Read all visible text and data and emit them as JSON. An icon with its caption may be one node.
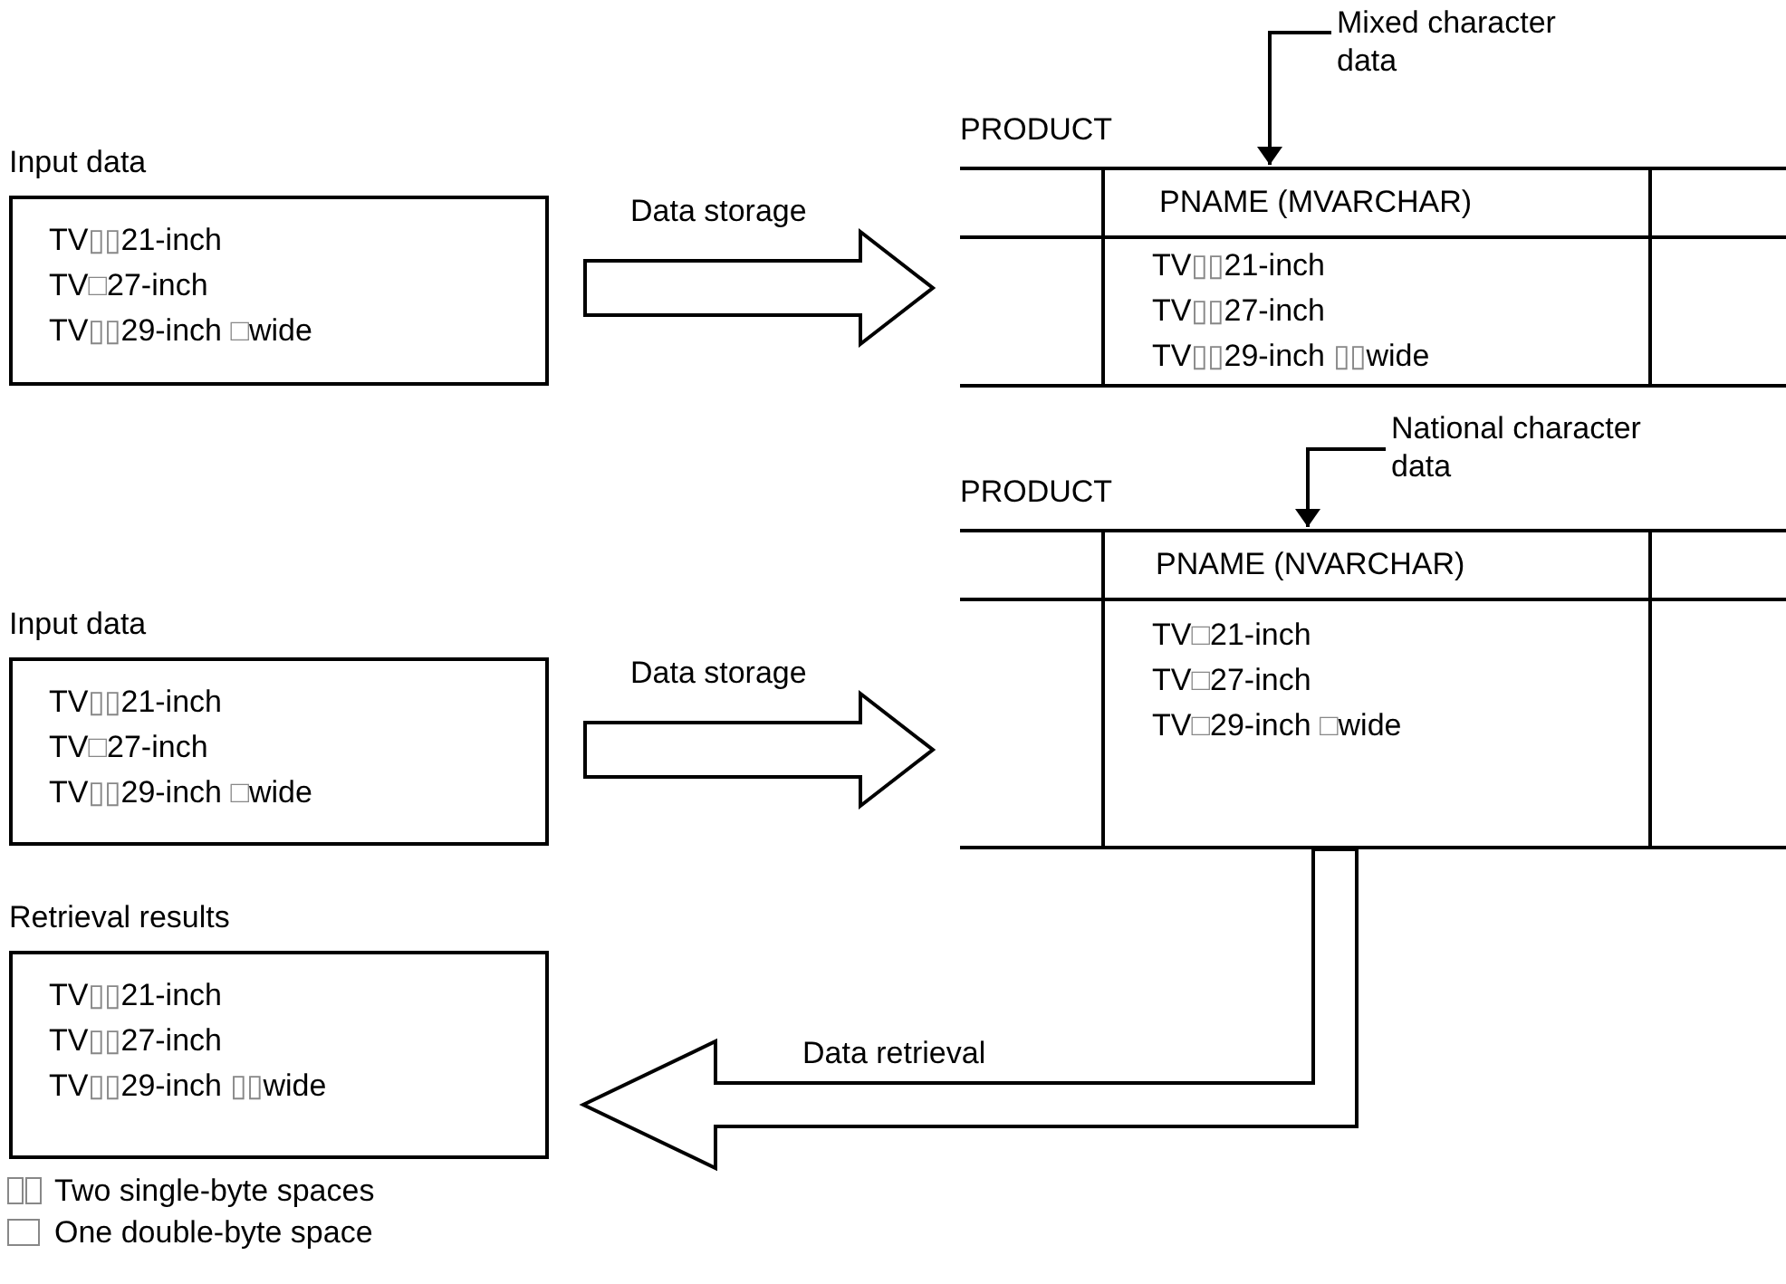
{
  "diagram": {
    "nodes": [
      {
        "text": [
          "Input data",
          "TV▯▯21-inch",
          "TV□27-inch",
          "TV▯▯29-inch □wide"
        ]
      },
      {
        "text": [
          "PRODUCT"
        ]
      },
      {
        "text": [
          "PNAME (MVARCHAR)"
        ],
        "in": 1
      },
      {
        "text": [
          "TV▯▯21-inch",
          "TV▯▯27-inch",
          "TV▯▯29-inch ▯▯wide"
        ],
        "in": 1
      },
      {
        "text": [
          "Mixed character data"
        ]
      },
      {
        "text": [
          "Input data",
          "TV▯▯21-inch",
          "TV□27-inch",
          "TV▯▯29-inch □wide"
        ]
      },
      {
        "text": [
          "PRODUCT"
        ]
      },
      {
        "text": [
          "PNAME (NVARCHAR)"
        ],
        "in": 6
      },
      {
        "text": [
          "TV□21-inch",
          "TV□27-inch",
          "TV□29-inch □wide"
        ],
        "in": 6
      },
      {
        "text": [
          "National character data"
        ]
      },
      {
        "text": [
          "Retrieval results",
          "TV▯▯21-inch",
          "TV▯▯27-inch",
          "TV▯▯29-inch ▯▯wide"
        ]
      }
    ],
    "edges": [
      {
        "from": 0,
        "to": 1,
        "arrow": "to",
        "label": "Data storage",
        "style": "thick"
      },
      {
        "from": 4,
        "to": 2,
        "arrow": "to"
      },
      {
        "from": 5,
        "to": 6,
        "arrow": "to",
        "label": "Data storage",
        "style": "thick"
      },
      {
        "from": 9,
        "to": 7,
        "arrow": "to"
      },
      {
        "from": 6,
        "to": 10,
        "arrow": "to",
        "label": "Data retrieval",
        "style": "thick"
      }
    ],
    "legend": [
      {
        "text": "Two single-byte spaces"
      },
      {
        "text": "One double-byte space"
      }
    ]
  }
}
